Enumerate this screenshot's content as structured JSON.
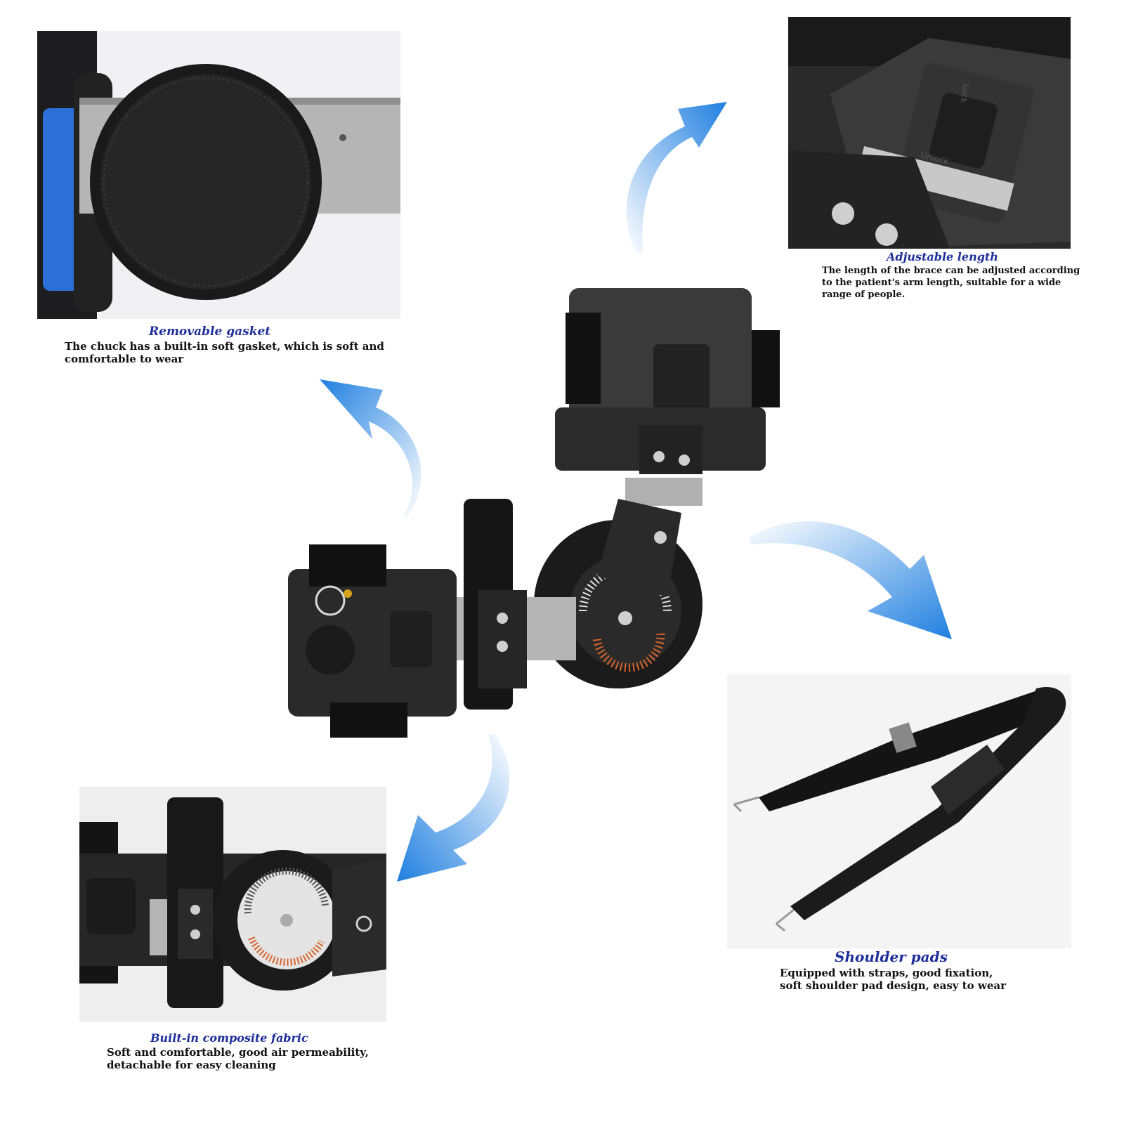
{
  "colors": {
    "caption_title": "#1f2f9a",
    "arrow_blue": "#1f7fe0",
    "brace_black": "#1c1c1c",
    "metal_silver": "#b9b9b9",
    "accent_blue": "#2a6fd6"
  },
  "features": [
    {
      "title": "Removable gasket",
      "description": "The chuck has a built-in soft gasket, which is soft and comfortable to wear"
    },
    {
      "title": "Adjustable length",
      "description": "The length of the brace can be adjusted according to the patient's arm length, suitable for a wide range of people."
    },
    {
      "title": "Shoulder pads",
      "description": "Equipped with straps, good fixation, soft shoulder pad design, easy to wear"
    },
    {
      "title": "Built-in composite fabric",
      "description": "Soft and comfortable, good air permeability, detachable for easy cleaning"
    }
  ],
  "panel_text": {
    "lock_label": "Lock",
    "unlock_label": "Unlock"
  }
}
